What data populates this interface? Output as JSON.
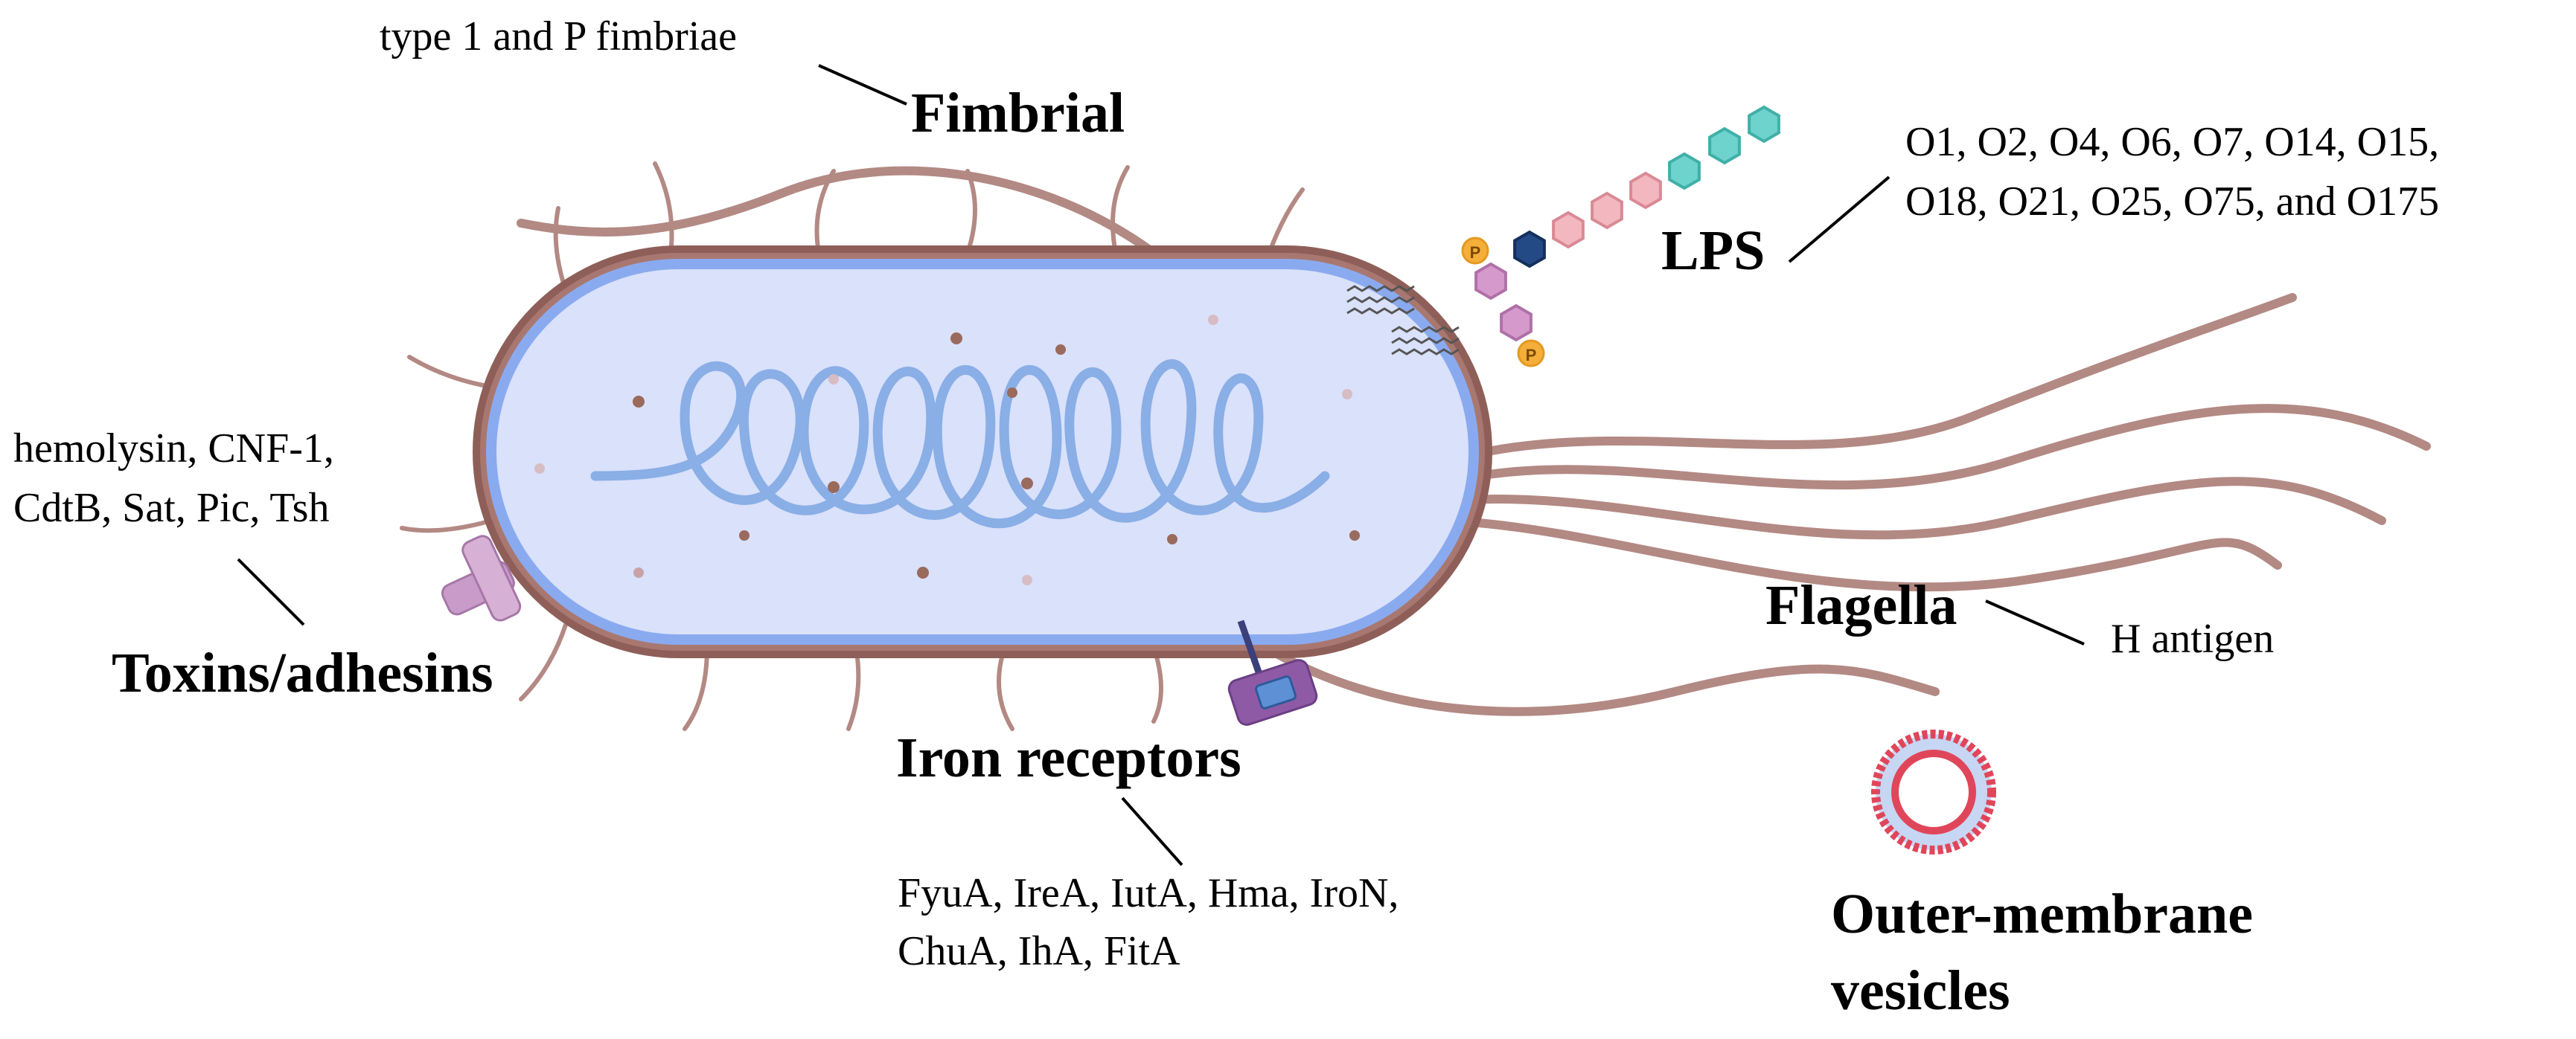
{
  "labels": {
    "fimbrial": {
      "heading": "Fimbrial",
      "detail": "type 1 and P fimbriae"
    },
    "lps": {
      "heading": "LPS",
      "detail_line1": "O1, O2, O4, O6, O7, O14, O15,",
      "detail_line2": "O18, O21, O25, O75, and O175"
    },
    "toxins": {
      "heading": "Toxins/adhesins",
      "detail_line1": "hemolysin, CNF-1,",
      "detail_line2": "CdtB, Sat, Pic, Tsh"
    },
    "flagella": {
      "heading": "Flagella",
      "detail": "H antigen"
    },
    "iron": {
      "heading": "Iron receptors",
      "detail_line1": "FyuA, IreA, IutA, Hma, IroN,",
      "detail_line2": "ChuA, IhA, FitA"
    },
    "omv": {
      "heading_line1": "Outer-membrane",
      "heading_line2": "vesicles"
    }
  },
  "colors": {
    "cell_wall": "#a87870",
    "membrane": "#8aaaf0",
    "cytoplasm": "#d9e1fb",
    "dna": "#8aaee6",
    "fimbriae": "#b38984",
    "flagella": "#b38984",
    "lps_teal": "#6dd3cc",
    "lps_pink": "#f3b8bf",
    "lps_navy": "#244a86",
    "lps_lipid": "#d59acb",
    "phosphate": "#f5ae3a",
    "toxin": "#c99bc9",
    "iron_receptor": "#8e5aa6",
    "vesicle_red": "#e0465a",
    "vesicle_blue": "#c7d6f2"
  },
  "icons": {
    "phosphate_letter": "P"
  }
}
